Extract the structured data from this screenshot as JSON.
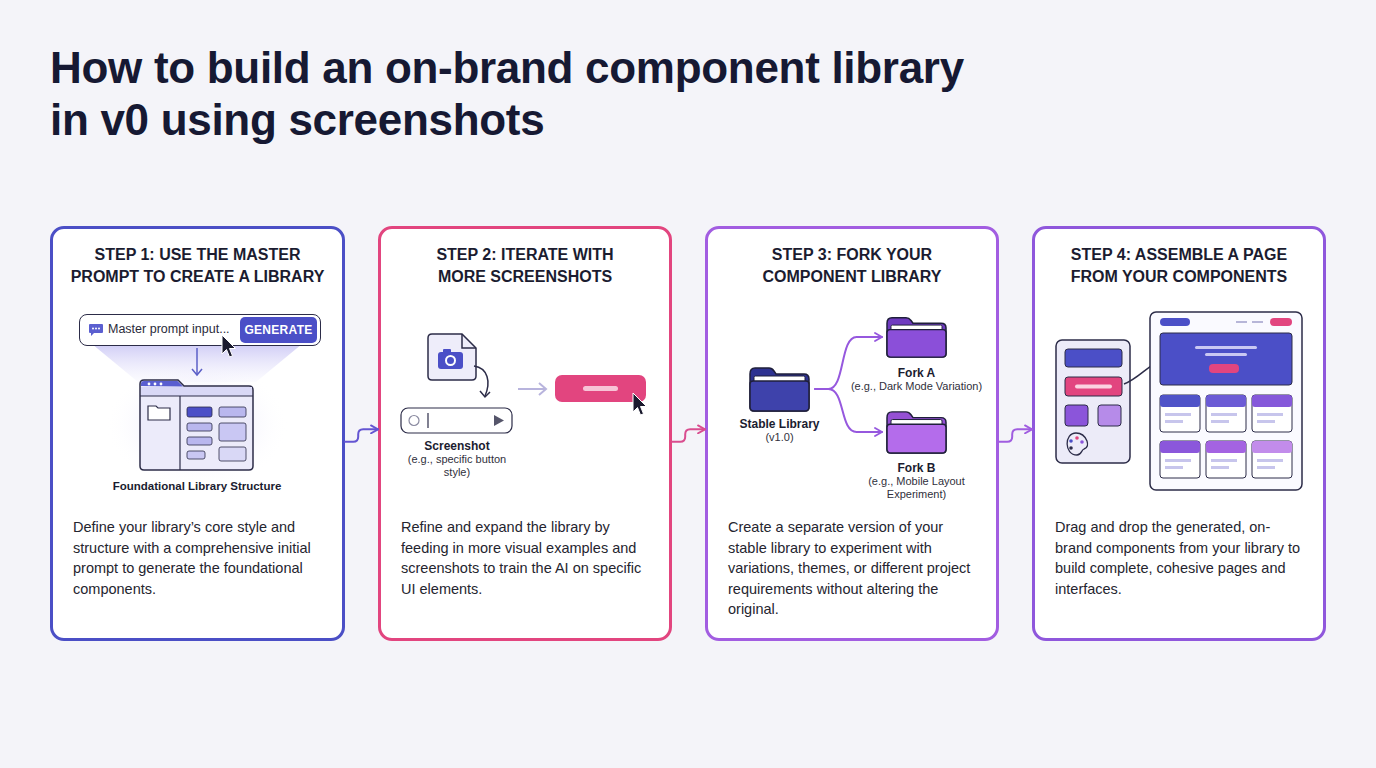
{
  "diagram": {
    "title": "How to build an on-brand component library in v0 using screenshots",
    "nodes": [
      {
        "text": [
          "STEP 1: USE THE MASTER PROMPT TO CREATE A LIBRARY",
          "Define your library’s core style and structure with a comprehensive initial prompt to generate the foundational components."
        ]
      },
      {
        "text": [
          "Master prompt input..."
        ],
        "in": 0
      },
      {
        "text": [
          "GENERATE"
        ],
        "in": 1
      },
      {
        "text": [
          "STEP 2: ITERATE WITH MORE SCREENSHOTS",
          "Refine and expand the library by feeding in more visual examples and screenshots to train the AI on specific UI elements."
        ]
      },
      {
        "text": [
          "STEP 3: FORK YOUR COMPONENT LIBRARY",
          "Create a separate version of your stable library to experiment with variations, themes, or different project requirements without altering the original."
        ]
      },
      {
        "text": [
          "Stable Library",
          "(v1.0)"
        ],
        "in": 4
      },
      {
        "text": [
          "Fork A",
          "(e.g., Dark Mode Variation)"
        ],
        "in": 4
      },
      {
        "text": [
          "Fork B",
          "(e.g., Mobile Layout Experiment)"
        ],
        "in": 4
      },
      {
        "text": [
          "STEP 4: ASSEMBLE A PAGE FROM YOUR COMPONENTS",
          "Drag and drop the generated, on-brand components from your library to build complete, cohesive pages and interfaces."
        ]
      }
    ],
    "edges": [
      {
        "from": 0,
        "to": 3,
        "arrow": "to"
      },
      {
        "from": 3,
        "to": 4,
        "arrow": "to"
      },
      {
        "from": 4,
        "to": 8,
        "arrow": "to"
      },
      {
        "from": 5,
        "to": 6,
        "arrow": "to"
      },
      {
        "from": 5,
        "to": 7,
        "arrow": "to"
      }
    ],
    "labels": [
      "Foundational Library Structure",
      "Screenshot",
      "(e.g., specific button style)"
    ]
  }
}
